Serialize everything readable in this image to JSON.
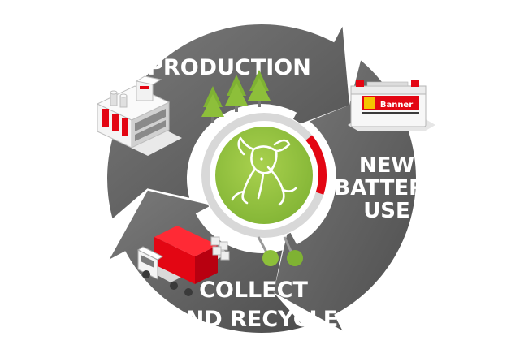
{
  "cycle": {
    "stages": [
      {
        "lines": [
          "PRODUCTION"
        ]
      },
      {
        "lines": [
          "NEW",
          "BATTERY",
          "USE"
        ]
      },
      {
        "lines": [
          "COLLECT",
          "AND RECYCLE"
        ]
      }
    ],
    "colors": {
      "arrow": "#666666",
      "arrow_dark": "#525252",
      "ring": "#d8d8d8",
      "green": "#8dbf3a",
      "green_light": "#a9d14e",
      "red": "#e30613",
      "label": "#ffffff"
    }
  },
  "battery": {
    "brand": "Banner"
  },
  "icons": [
    "factory-icon",
    "battery-icon",
    "truck-icon",
    "tree-icon",
    "bull-icon"
  ]
}
